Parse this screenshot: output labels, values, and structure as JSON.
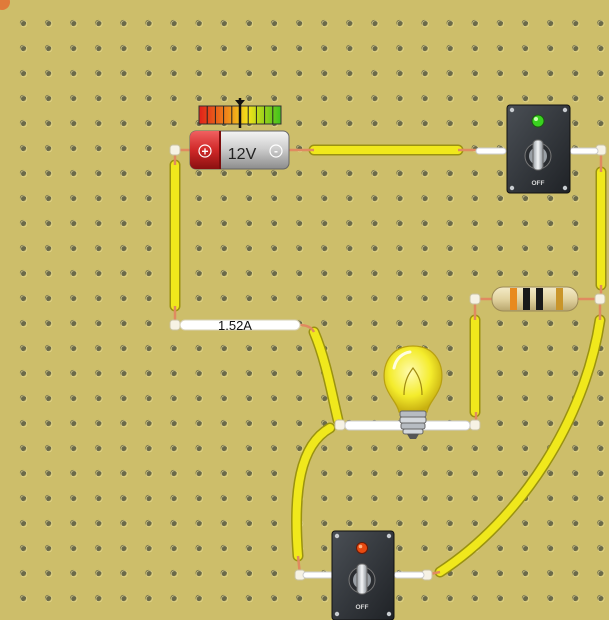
{
  "board": {
    "background": "#cdbe6a",
    "hole_color": "#6b6a4a",
    "wire_color": "#f0e81c",
    "wire_edge": "#9a9210",
    "lead_color": "#e08a60",
    "terminal_color": "#ffffff"
  },
  "battery": {
    "label": "12V",
    "voltage_level": 0.5,
    "plus_symbol": "+",
    "minus_symbol": "-"
  },
  "ammeter": {
    "reading": "1.52A"
  },
  "switch_top": {
    "indicator": "green",
    "text": "OFF",
    "indicator_color": "#39d21f"
  },
  "switch_bottom": {
    "indicator": "red",
    "text": "OFF",
    "indicator_color": "#e84a10"
  },
  "resistor": {
    "bands": [
      "#e88a1e",
      "#1a1a1a",
      "#1a1a1a",
      "#c9952a"
    ]
  },
  "bulb": {
    "state": "lit",
    "glass_color": "#f4ec2c"
  }
}
